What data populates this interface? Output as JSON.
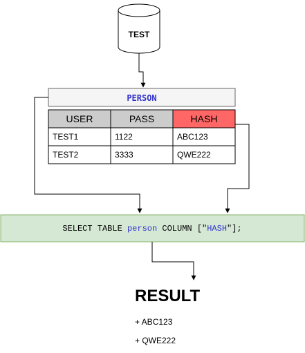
{
  "database": {
    "label": "TEST"
  },
  "table": {
    "title": "PERSON",
    "headers": [
      "USER",
      "PASS",
      "HASH"
    ],
    "rows": [
      [
        "TEST1",
        "1122",
        "ABC123"
      ],
      [
        "TEST2",
        "3333",
        "QWE222"
      ]
    ]
  },
  "query": {
    "prefix": "SELECT TABLE ",
    "table_name": "person",
    "middle": " COLUMN [\"",
    "column_name": "HASH",
    "suffix": "\"];"
  },
  "result": {
    "title": "RESULT",
    "items": [
      "+ ABC123",
      "+ QWE222"
    ]
  },
  "colors": {
    "keyword_blue": "#3333cc",
    "header_gray": "#cccccc",
    "header_highlight": "#ff6666",
    "title_box_fill": "#f5f5f5",
    "query_fill": "#d5e8d4",
    "query_stroke": "#82b366"
  }
}
